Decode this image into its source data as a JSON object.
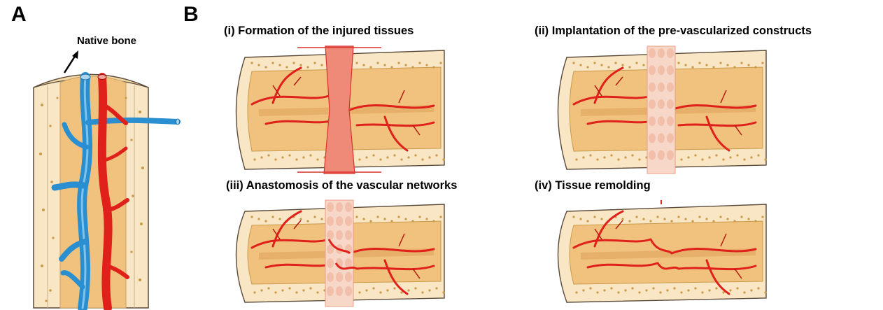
{
  "panel_a": {
    "letter": "A",
    "annotation": "Native bone"
  },
  "panel_b": {
    "letter": "B",
    "steps": [
      {
        "label": "(i)  Formation of the injured tissues"
      },
      {
        "label": "(ii) Implantation of the pre-vascularized constructs"
      },
      {
        "label": "(iii) Anastomosis of the vascular networks"
      },
      {
        "label": "(iv) Tissue remolding"
      }
    ]
  },
  "colors": {
    "bone_outer": "#f8e6c4",
    "bone_marrow": "#f0c27e",
    "artery": "#e0201a",
    "vein": "#2a8fd0",
    "vessel_dark": "#b01a12",
    "injury": "#f08a78",
    "construct": "#f6d7c8"
  }
}
